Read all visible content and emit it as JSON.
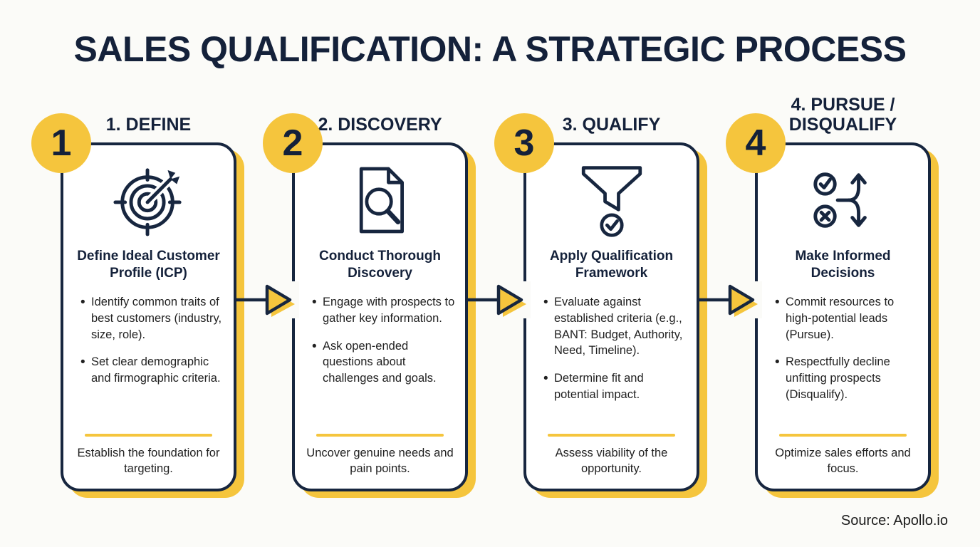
{
  "title": "SALES QUALIFICATION: A STRATEGIC PROCESS",
  "source": "Source: Apollo.io",
  "colors": {
    "navy": "#17263F",
    "yellow": "#F5C53D",
    "body_text": "#212121",
    "background": "#FBFBF8",
    "card_background": "#FFFFFF"
  },
  "steps": [
    {
      "number": "1",
      "label": "1. DEFINE",
      "icon": "target-icon",
      "heading": "Define Ideal Customer Profile (ICP)",
      "bullets": [
        "Identify common traits of best customers (industry, size, role).",
        "Set clear demographic and firmographic criteria."
      ],
      "footer": "Establish the foundation for targeting."
    },
    {
      "number": "2",
      "label": "2. DISCOVERY",
      "icon": "document-search-icon",
      "heading": "Conduct Thorough Discovery",
      "bullets": [
        "Engage with prospects to gather key information.",
        "Ask open-ended questions about challenges and goals."
      ],
      "footer": "Uncover genuine needs and pain points."
    },
    {
      "number": "3",
      "label": "3. QUALIFY",
      "icon": "funnel-check-icon",
      "heading": "Apply Qualification Framework",
      "bullets": [
        "Evaluate against established criteria (e.g., BANT: Budget, Authority, Need, Timeline).",
        "Determine fit and potential impact."
      ],
      "footer": "Assess viability of the opportunity."
    },
    {
      "number": "4",
      "label": "4. PURSUE / DISQUALIFY",
      "icon": "decision-arrows-icon",
      "heading": "Make Informed Decisions",
      "bullets": [
        "Commit resources to high-potential leads (Pursue).",
        "Respectfully decline unfitting prospects (Disqualify)."
      ],
      "footer": "Optimize sales efforts and focus."
    }
  ]
}
